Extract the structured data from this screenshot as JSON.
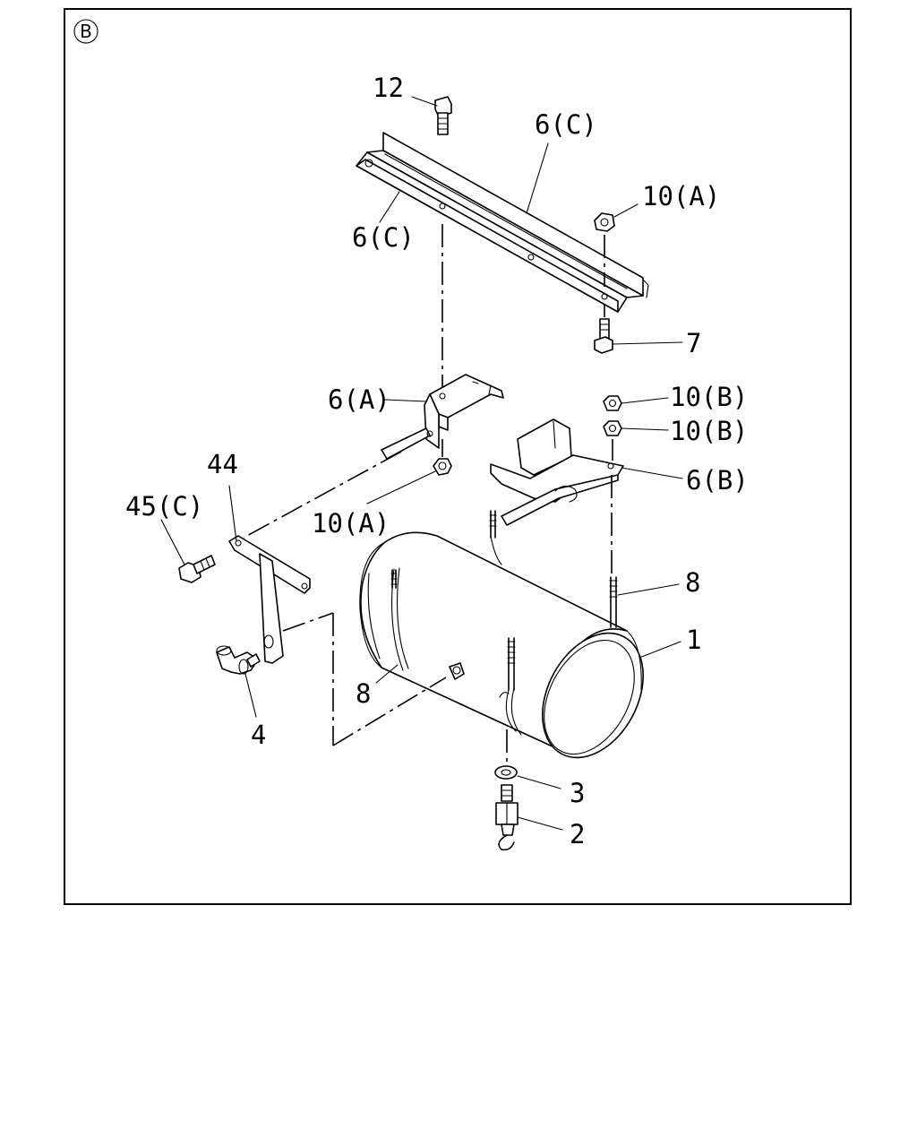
{
  "section_mark": "B",
  "callouts": {
    "c12": "12",
    "c6c_top": "6(C)",
    "c6c_left": "6(C)",
    "c10a_top": "10(A)",
    "c7": "7",
    "c6a": "6(A)",
    "c10b_1": "10(B)",
    "c10b_2": "10(B)",
    "c6b": "6(B)",
    "c44": "44",
    "c45c": "45(C)",
    "c10a_mid": "10(A)",
    "c8_right": "8",
    "c1": "1",
    "c8_left": "8",
    "c4": "4",
    "c3": "3",
    "c2": "2"
  }
}
